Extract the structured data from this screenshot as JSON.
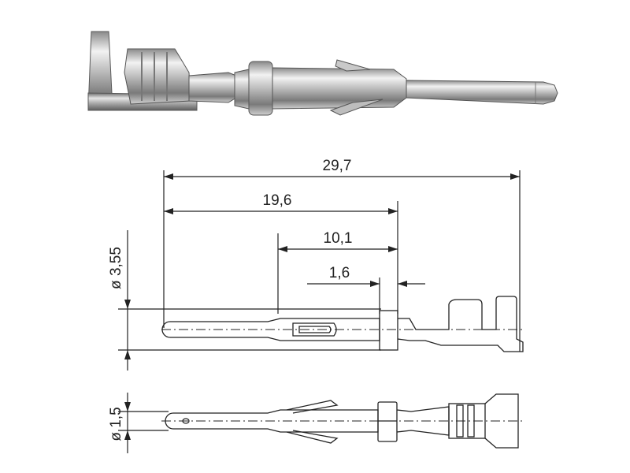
{
  "photo": {
    "subject": "crimp-contact-pin",
    "colors": {
      "metal_light": "#e9e9e9",
      "metal_mid": "#b9b9b9",
      "metal_dark": "#6e6e6e"
    }
  },
  "drawing": {
    "line_color": "#222222",
    "dimensions": {
      "overall_length": "29,7",
      "pin_to_collar": "19,6",
      "slot_length": "10,1",
      "collar_width": "1,6",
      "collar_diameter": "ø 3,55",
      "pin_diameter": "ø 1,5"
    }
  }
}
